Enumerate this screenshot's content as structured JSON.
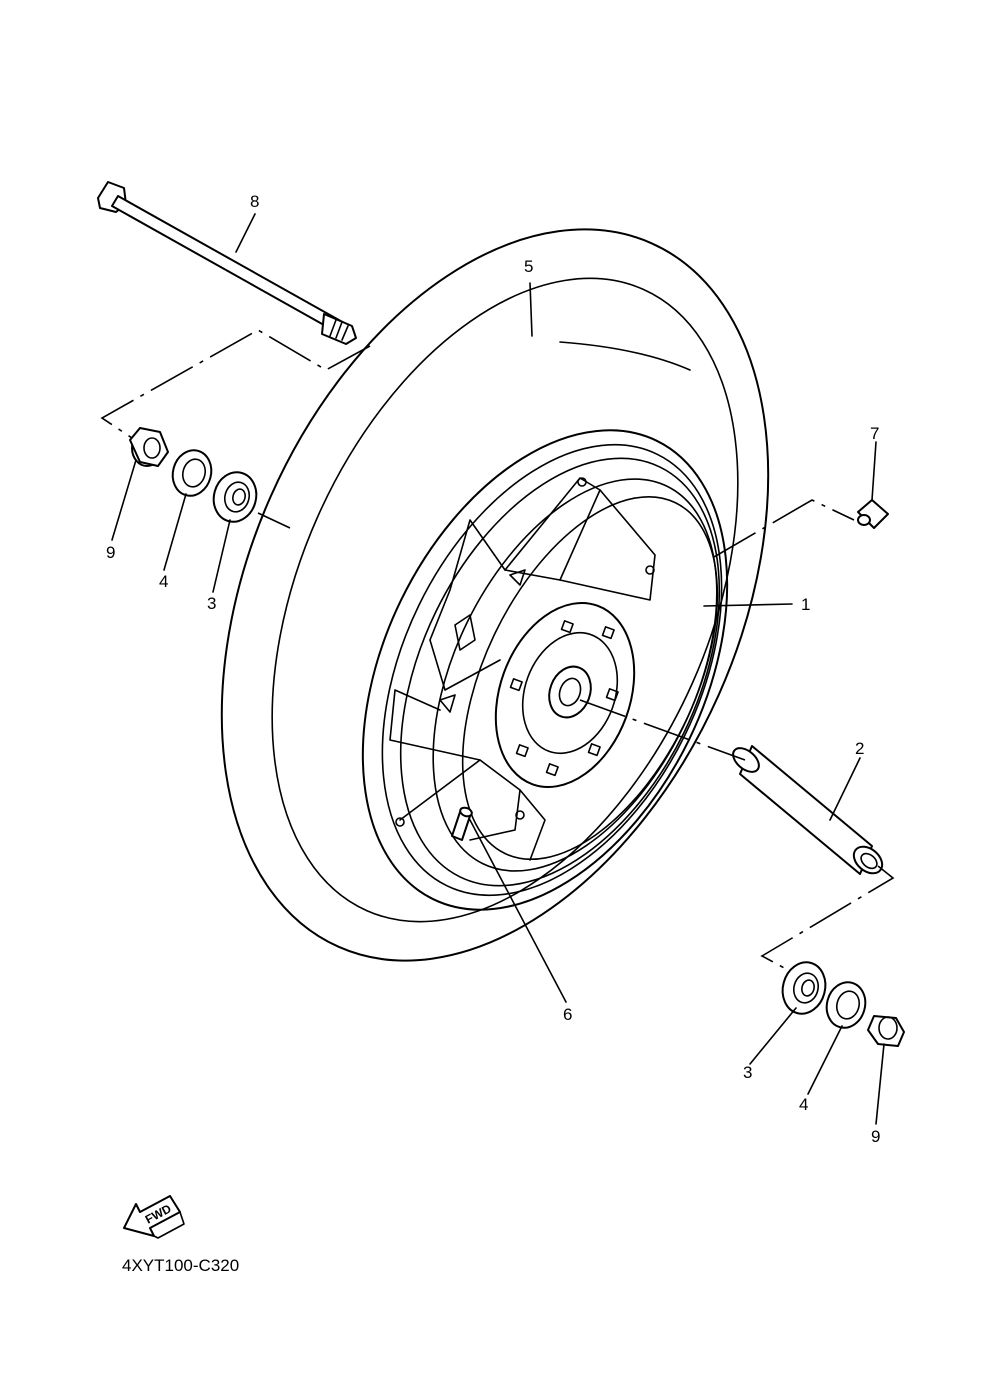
{
  "diagram": {
    "drawing_code": "4XYT100-C320",
    "fwd_marker": "FWD",
    "callouts": {
      "c1": "1",
      "c2": "2",
      "c3a": "3",
      "c3b": "3",
      "c4a": "4",
      "c4b": "4",
      "c5": "5",
      "c6": "6",
      "c7": "7",
      "c8": "8",
      "c9a": "9",
      "c9b": "9"
    }
  }
}
